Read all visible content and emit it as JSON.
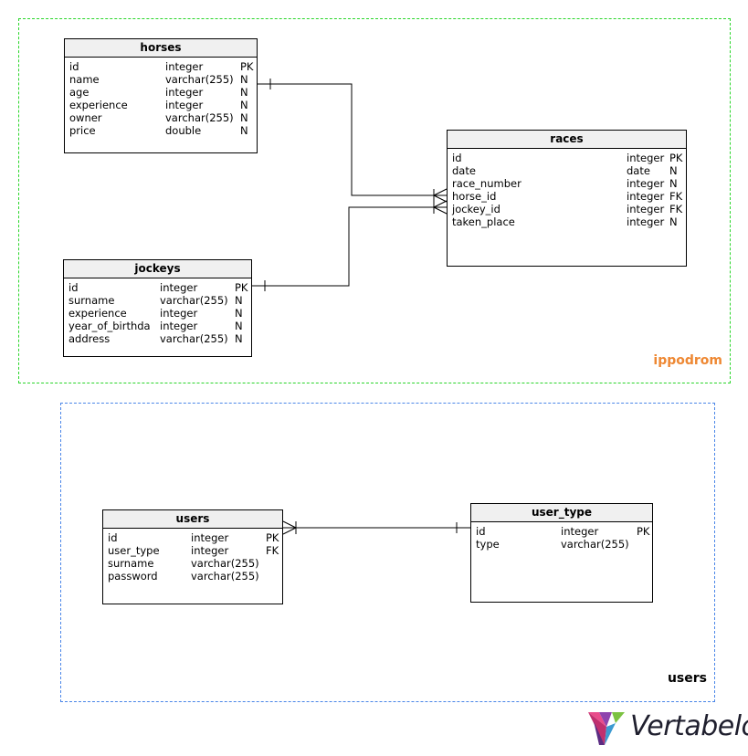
{
  "areas": {
    "ippodrom": {
      "label": "ippodrom",
      "color": "#2bd62b",
      "label_color": "#ee8833"
    },
    "users": {
      "label": "users",
      "color": "#4a86e8",
      "label_color": "#000000"
    }
  },
  "tables": {
    "horses": {
      "title": "horses",
      "rows": [
        {
          "name": "id",
          "type": "integer",
          "prop": "PK"
        },
        {
          "name": "name",
          "type": "varchar(255)",
          "prop": "N"
        },
        {
          "name": "age",
          "type": "integer",
          "prop": "N"
        },
        {
          "name": "experience",
          "type": "integer",
          "prop": "N"
        },
        {
          "name": "owner",
          "type": "varchar(255)",
          "prop": "N"
        },
        {
          "name": "price",
          "type": "double",
          "prop": "N"
        }
      ]
    },
    "races": {
      "title": "races",
      "rows": [
        {
          "name": "id",
          "type": "integer",
          "prop": "PK"
        },
        {
          "name": "date",
          "type": "date",
          "prop": "N"
        },
        {
          "name": "race_number",
          "type": "integer",
          "prop": "N"
        },
        {
          "name": "horse_id",
          "type": "integer",
          "prop": "FK"
        },
        {
          "name": "jockey_id",
          "type": "integer",
          "prop": "FK"
        },
        {
          "name": "taken_place",
          "type": "integer",
          "prop": "N"
        }
      ]
    },
    "jockeys": {
      "title": "jockeys",
      "rows": [
        {
          "name": "id",
          "type": "integer",
          "prop": "PK"
        },
        {
          "name": "surname",
          "type": "varchar(255)",
          "prop": "N"
        },
        {
          "name": "experience",
          "type": "integer",
          "prop": "N"
        },
        {
          "name": "year_of_birthda",
          "type": "integer",
          "prop": "N"
        },
        {
          "name": "address",
          "type": "varchar(255)",
          "prop": "N"
        }
      ]
    },
    "users": {
      "title": "users",
      "rows": [
        {
          "name": "id",
          "type": "integer",
          "prop": "PK"
        },
        {
          "name": "user_type",
          "type": "integer",
          "prop": "FK"
        },
        {
          "name": "surname",
          "type": "varchar(255)",
          "prop": ""
        },
        {
          "name": "password",
          "type": "varchar(255)",
          "prop": ""
        }
      ]
    },
    "user_type": {
      "title": "user_type",
      "rows": [
        {
          "name": "id",
          "type": "integer",
          "prop": "PK"
        },
        {
          "name": "type",
          "type": "varchar(255)",
          "prop": ""
        }
      ]
    }
  },
  "relations": [
    {
      "from": "horses.id",
      "to": "races.horse_id",
      "cardinality": "one-to-many"
    },
    {
      "from": "jockeys.id",
      "to": "races.jockey_id",
      "cardinality": "one-to-many"
    },
    {
      "from": "user_type.id",
      "to": "users.user_type",
      "cardinality": "one-to-many"
    }
  ],
  "logo": {
    "text": "Vertabelo",
    "colors": [
      "#e84c8b",
      "#8e44ad",
      "#3d9ad1",
      "#7cc242"
    ]
  }
}
